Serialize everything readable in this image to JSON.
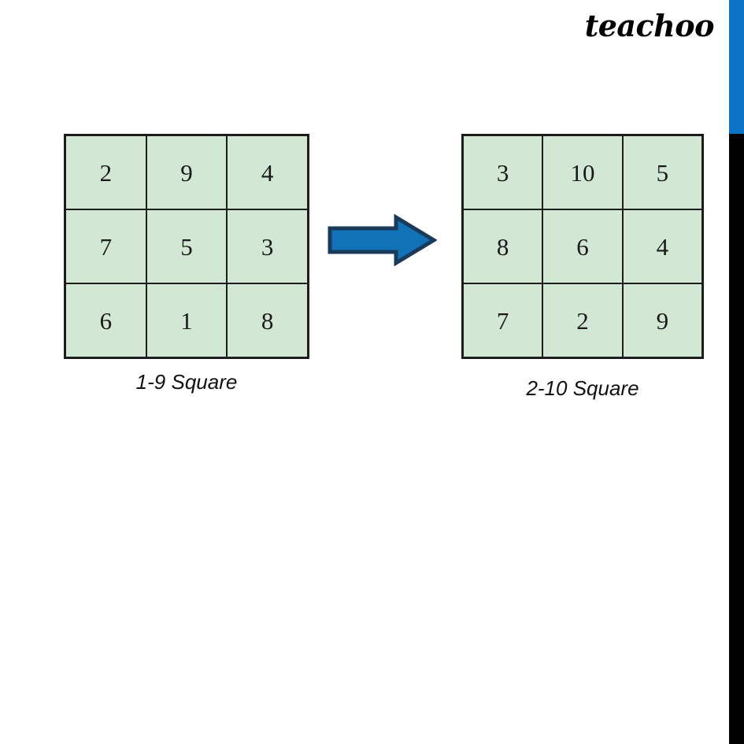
{
  "brand": {
    "logo_text": "teachoo"
  },
  "decor": {
    "edge_bar_blue_color": "#0b72c4",
    "edge_bar_black_color": "#000000",
    "cell_fill_color": "#d2e7d4",
    "grid_line_color": "#1d1d1d",
    "arrow_fill_color": "#1272b8",
    "arrow_stroke_color": "#1a3a5c"
  },
  "squares": [
    {
      "id": "left",
      "caption": "1-9 Square",
      "rows": [
        [
          "2",
          "9",
          "4"
        ],
        [
          "7",
          "5",
          "3"
        ],
        [
          "6",
          "1",
          "8"
        ]
      ]
    },
    {
      "id": "right",
      "caption": "2-10 Square",
      "rows": [
        [
          "3",
          "10",
          "5"
        ],
        [
          "8",
          "6",
          "4"
        ],
        [
          "7",
          "2",
          "9"
        ]
      ]
    }
  ],
  "arrow": {
    "direction": "right",
    "label": "transforms-to"
  }
}
